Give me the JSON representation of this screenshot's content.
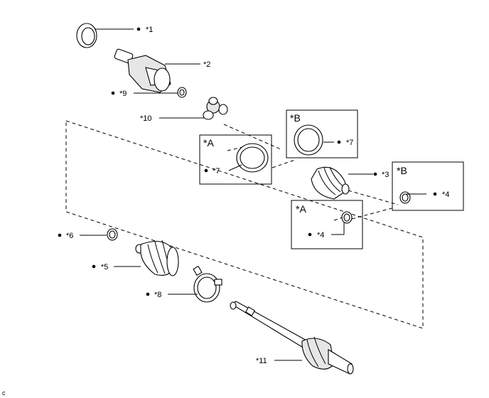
{
  "diagram": {
    "callouts": [
      {
        "id": "c1",
        "text": "*1"
      },
      {
        "id": "c2",
        "text": "*2"
      },
      {
        "id": "c9",
        "text": "*9"
      },
      {
        "id": "c10",
        "text": "*10"
      },
      {
        "id": "c7a",
        "text": "*7"
      },
      {
        "id": "c7b",
        "text": "*7"
      },
      {
        "id": "c3",
        "text": "*3"
      },
      {
        "id": "c4a",
        "text": "*4"
      },
      {
        "id": "c4b",
        "text": "*4"
      },
      {
        "id": "c6",
        "text": "*6"
      },
      {
        "id": "c5",
        "text": "*5"
      },
      {
        "id": "c8",
        "text": "*8"
      },
      {
        "id": "c11",
        "text": "*11"
      }
    ],
    "boxes": [
      {
        "id": "box-a-upper",
        "text": "*A"
      },
      {
        "id": "box-b-upper",
        "text": "*B"
      },
      {
        "id": "box-b-lower",
        "text": "*B"
      },
      {
        "id": "box-a-lower",
        "text": "*A"
      }
    ],
    "corner_code": "c"
  }
}
